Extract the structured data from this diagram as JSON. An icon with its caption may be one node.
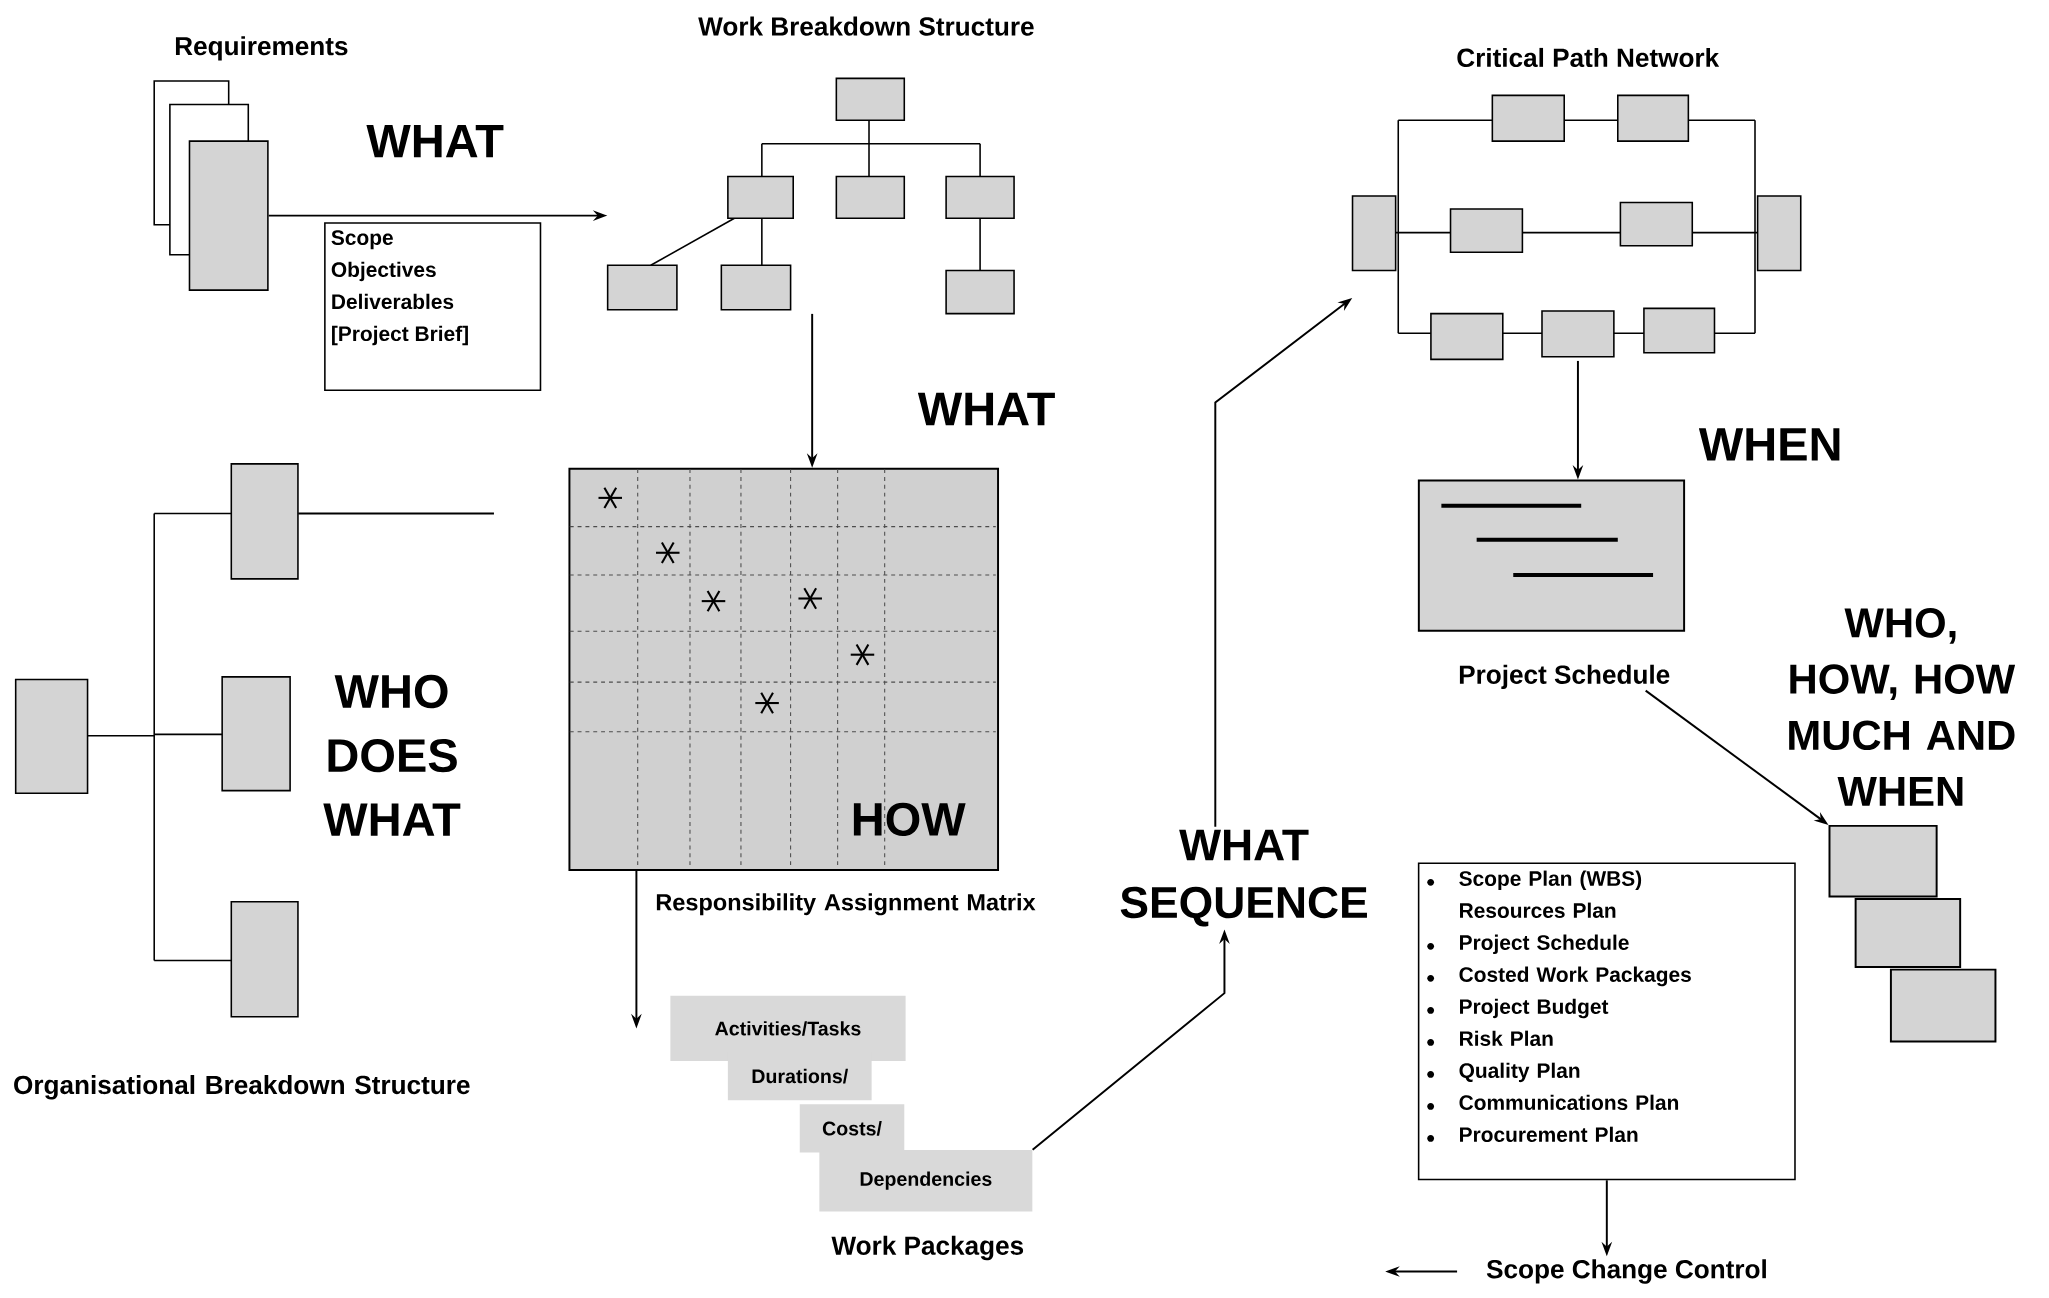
{
  "diagram": {
    "nodes": [
      {
        "text": [
          "Requirements"
        ]
      },
      {
        "text": [
          "Scope",
          "Objectives",
          "Deliverables",
          "[Project Brief]"
        ]
      },
      {
        "text": [
          "Work Breakdown Structure"
        ]
      },
      {
        "text": [
          "Critical Path Network"
        ]
      },
      {
        "text": [
          "Organisational Breakdown Structure"
        ]
      },
      {
        "text": [
          "Responsibility Assignment Matrix"
        ]
      },
      {
        "text": [
          "Project Schedule"
        ]
      },
      {
        "text": [
          "WHAT SEQUENCE"
        ]
      },
      {
        "text": [],
        "shape": "box"
      },
      {
        "text": [],
        "shape": "box"
      },
      {
        "text": [],
        "shape": "box"
      },
      {
        "text": [
          "Scope Plan (WBS) Resources Plan",
          "Project Schedule",
          "Costed Work Packages",
          "Project Budget",
          "Risk Plan",
          "Quality Plan",
          "Communications Plan",
          "Procurement Plan"
        ]
      },
      {
        "text": [
          "Activities/Tasks"
        ]
      },
      {
        "text": [
          "Durations/"
        ]
      },
      {
        "text": [
          "Costs/"
        ]
      },
      {
        "text": [
          "Dependencies"
        ]
      },
      {
        "text": [
          "Scope Change Control"
        ]
      }
    ],
    "edges": [
      {
        "from": 0,
        "to": 2,
        "arrow": "to"
      },
      {
        "from": 2,
        "to": 5,
        "arrow": "to"
      },
      {
        "from": 4,
        "to": null,
        "arrow": "none"
      },
      {
        "from": 5,
        "to": 12,
        "arrow": "to"
      },
      {
        "from": 15,
        "to": 7,
        "arrow": "to"
      },
      {
        "from": 7,
        "to": 3,
        "arrow": "to"
      },
      {
        "from": 3,
        "to": 6,
        "arrow": "to"
      },
      {
        "from": 6,
        "to": 8,
        "arrow": "to"
      },
      {
        "from": 11,
        "to": 16,
        "arrow": "to"
      },
      {
        "from": 16,
        "to": null,
        "arrow": "to"
      }
    ],
    "labels": [
      "WHAT",
      "WHAT",
      "WHEN",
      "WHO DOES WHAT",
      "HOW",
      "WHO, HOW, HOW MUCH AND WHEN",
      "Work Packages"
    ]
  }
}
